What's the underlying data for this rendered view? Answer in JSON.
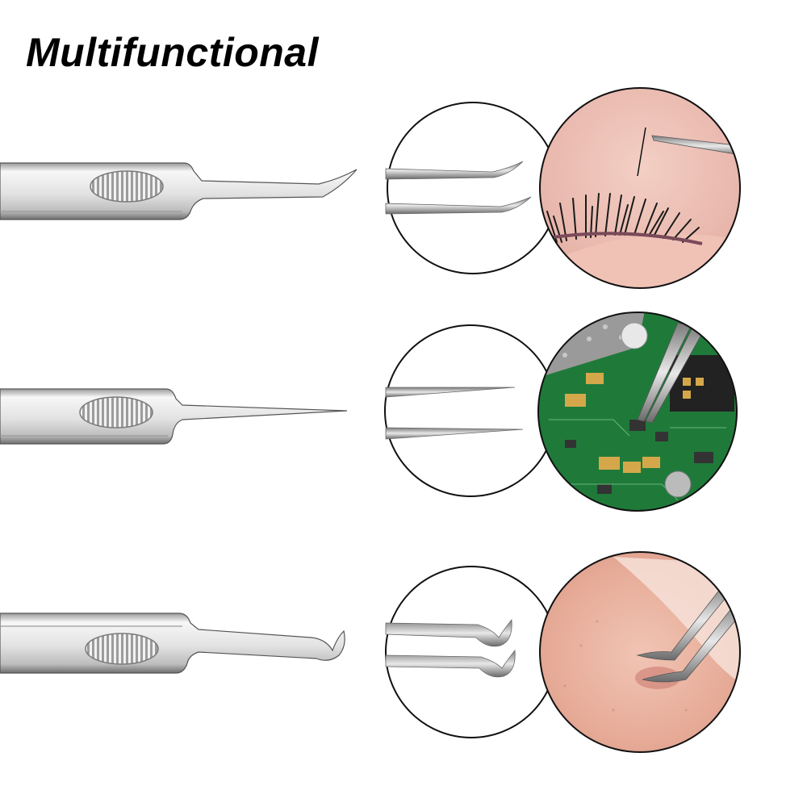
{
  "title": "Multifunctional",
  "rows": [
    {
      "tip": "curved-pointed",
      "use": "eyelash-extension"
    },
    {
      "tip": "straight-pointed",
      "use": "circuit-board"
    },
    {
      "tip": "hooked",
      "use": "skin"
    }
  ],
  "colors": {
    "text": "#000000",
    "steel_light": "#f4f4f4",
    "steel_dark": "#8a8a8a",
    "circle_stroke": "#111111",
    "pcb_green": "#1f7a3a",
    "skin": "#e9b5a3"
  }
}
